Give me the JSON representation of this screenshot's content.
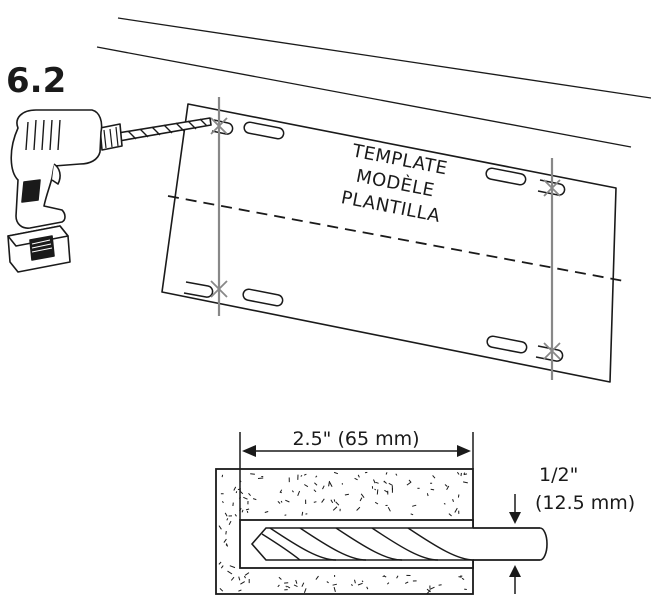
{
  "step": {
    "number": "6.2"
  },
  "template": {
    "lines": [
      "TEMPLATE",
      "MODÈLE",
      "PLANTILLA"
    ]
  },
  "dimensions": {
    "depth": "2.5\" (65 mm)",
    "diameter_line1": "1/2\"",
    "diameter_line2": "(12.5 mm)"
  },
  "colors": {
    "stroke": "#1a1a1a",
    "drill_line": "#888888",
    "background": "#ffffff"
  },
  "icons": [
    "drill-icon",
    "drill-bit-icon",
    "wall-texture",
    "x-mark-icon"
  ]
}
